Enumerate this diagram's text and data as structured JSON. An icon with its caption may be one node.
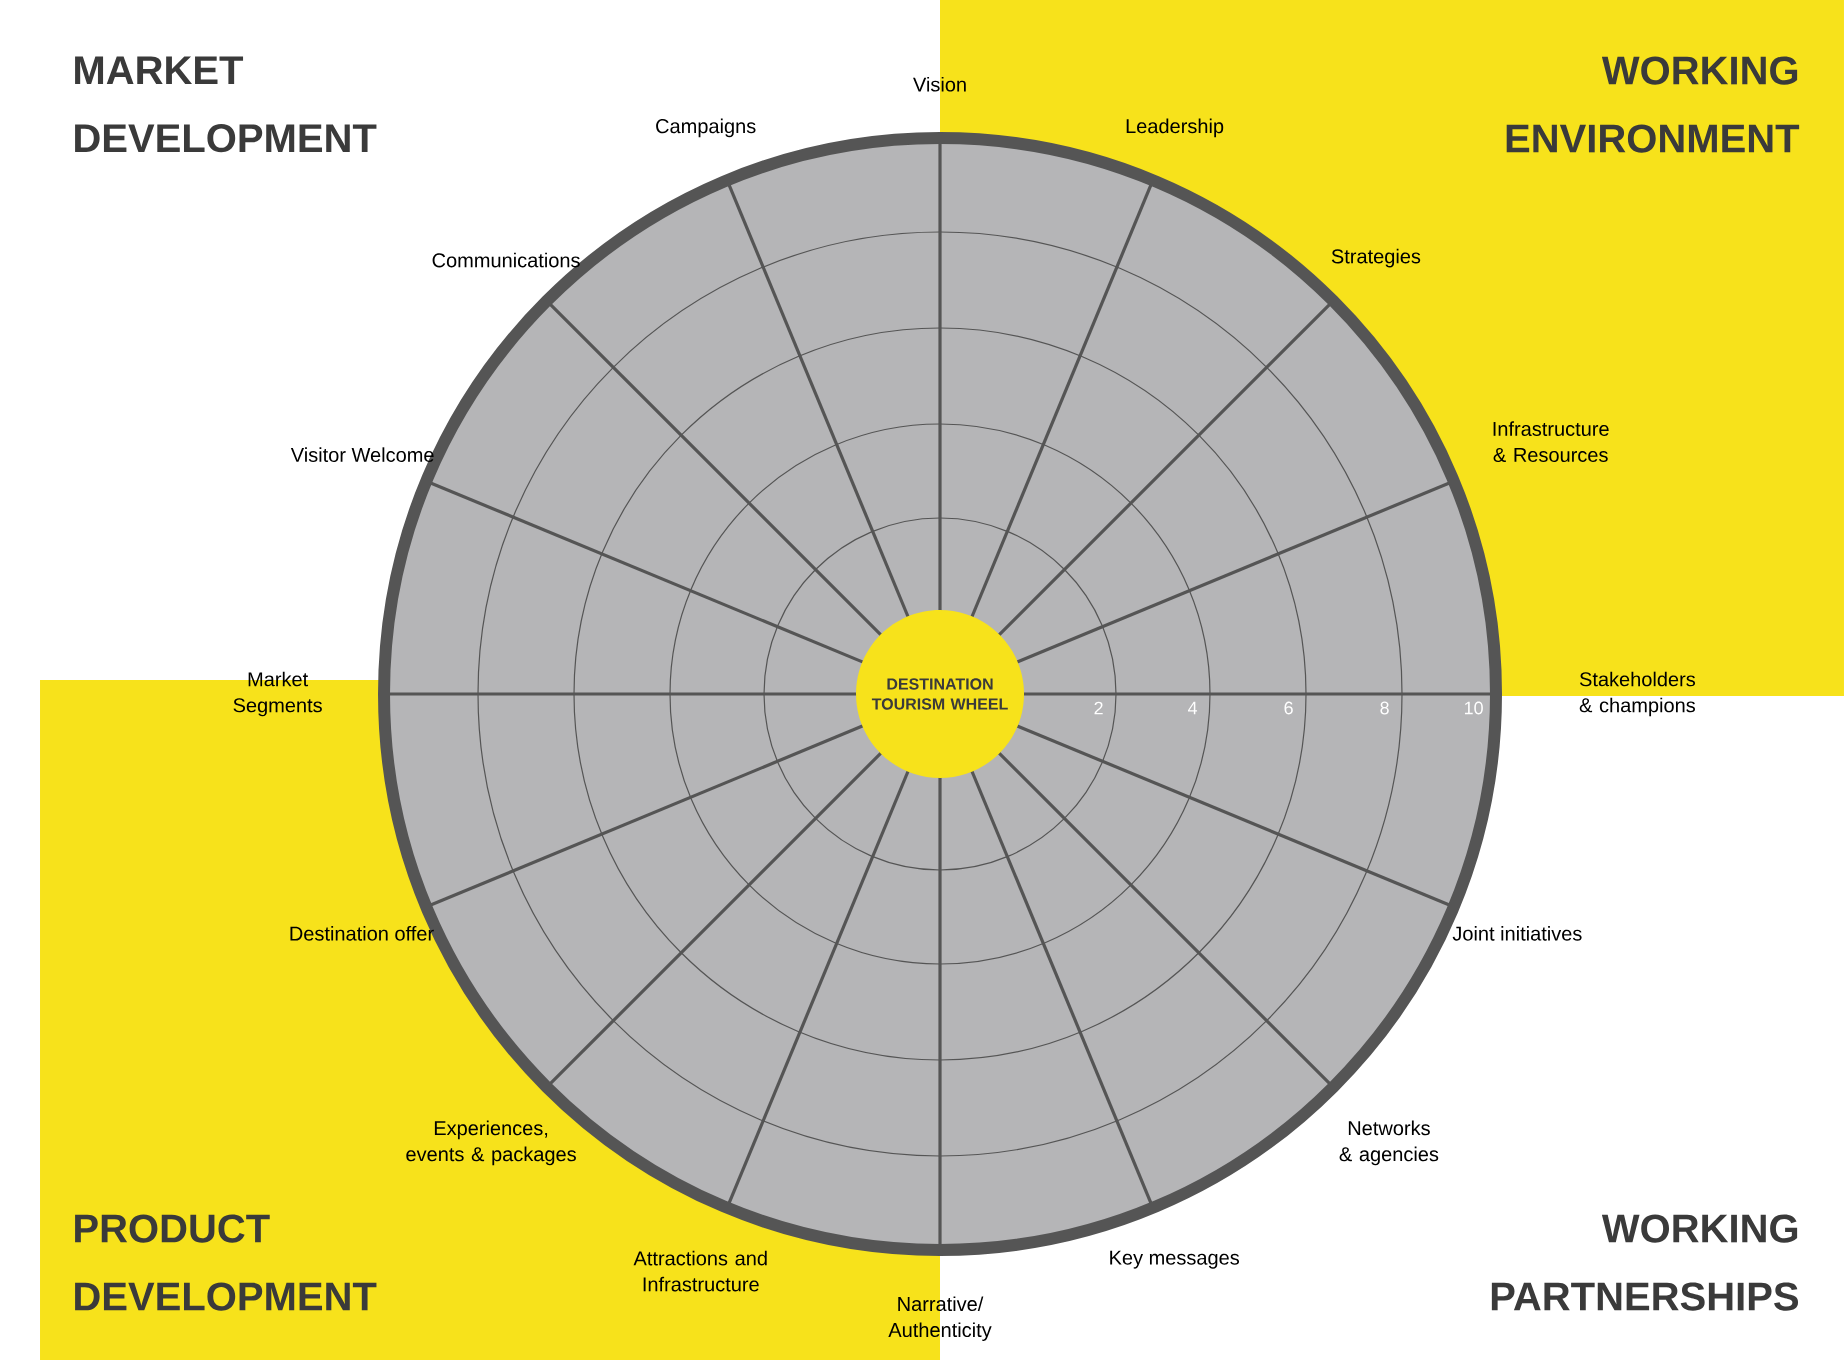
{
  "diagram": {
    "nodes": [
      {
        "text": [
          "DESTINATION TOURISM WHEEL"
        ]
      }
    ],
    "labels": [
      "MARKET DEVELOPMENT",
      "WORKING ENVIRONMENT",
      "PRODUCT DEVELOPMENT",
      "WORKING PARTNERSHIPS",
      "Vision",
      "Leadership",
      "Strategies",
      "Infrastructure & Resources",
      "Stakeholders & champions",
      "Joint initiatives",
      "Networks & agencies",
      "Key messages",
      "Narrative/ Authenticity",
      "Attractions and Infrastructure",
      "Experiences, events & packages",
      "Destination offer",
      "Market Segments",
      "Visitor Welcome",
      "Communications",
      "Campaigns",
      "2",
      "4",
      "6",
      "8",
      "10"
    ]
  }
}
